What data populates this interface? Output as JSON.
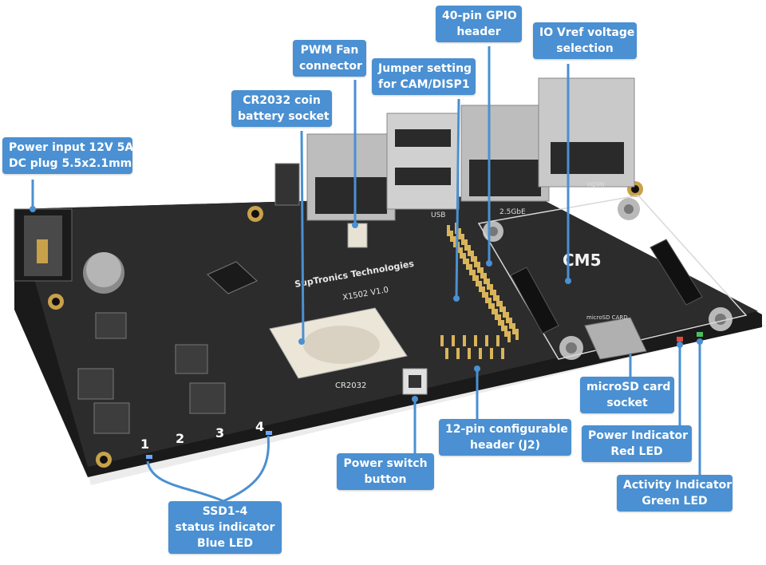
{
  "colors": {
    "callout_bg": "#4a90d2",
    "callout_text": "#ffffff",
    "board": "#2a2a2a",
    "leader": "#4a90d2"
  },
  "board": {
    "brand_text": "SupTronics Technologies",
    "model_text": "X1502  V1.0",
    "cm_label": "CM5",
    "battery_text": "CR2032",
    "sd_text": "microSD CARD",
    "hdmi_text": "HDMI",
    "eth_text": "2.5GbE",
    "usb_text": "USB",
    "ssd_numbers": [
      "1",
      "2",
      "3",
      "4"
    ]
  },
  "labels": {
    "power_input": [
      "Power input 12V 5A",
      "DC plug 5.5x2.1mm"
    ],
    "cr2032": [
      "CR2032 coin",
      "battery socket"
    ],
    "pwm_fan": [
      "PWM Fan",
      "connector"
    ],
    "jumper": [
      "Jumper setting",
      "for CAM/DISP1"
    ],
    "gpio": [
      "40-pin GPIO",
      "header"
    ],
    "io_vref": [
      "IO Vref voltage",
      "selection"
    ],
    "microsd": [
      "microSD card",
      "socket"
    ],
    "power_led": [
      "Power Indicator",
      "Red LED"
    ],
    "activity_led": [
      "Activity Indicator",
      "Green LED"
    ],
    "pin12": [
      "12-pin configurable",
      "header (J2)"
    ],
    "power_switch": [
      "Power switch",
      "button"
    ],
    "ssd": [
      "SSD1-4",
      "status indicator",
      "Blue LED"
    ]
  }
}
